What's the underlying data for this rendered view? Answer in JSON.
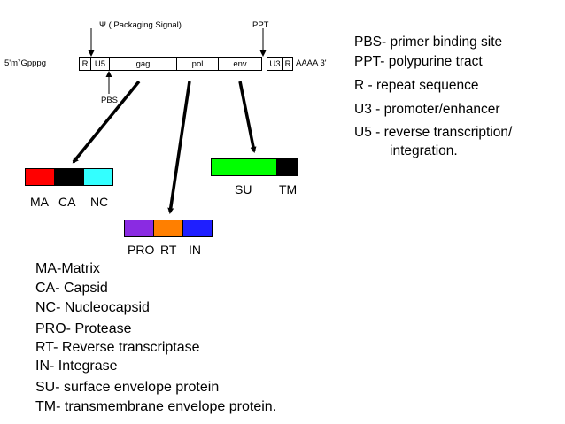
{
  "genome": {
    "cap": "5'm⁷Gpppg",
    "tail": "AAAA 3'",
    "regions": {
      "r_left": "R",
      "u5": "U5",
      "gag": "gag",
      "pol": "pol",
      "env": "env",
      "u3": "U3",
      "r_right": "R"
    },
    "psi_label": "Ψ ( Packaging Signal)",
    "ppt_label": "PPT",
    "pbs_label": "PBS"
  },
  "products": {
    "gag": {
      "labels": [
        "MA",
        "CA",
        "NC"
      ],
      "colors": [
        "#ff0000",
        "#000000",
        "#33ffff"
      ]
    },
    "pol": {
      "labels": [
        "PRO",
        "RT",
        "IN"
      ],
      "colors": [
        "#8a2be2",
        "#ff7f00",
        "#1f1fff"
      ]
    },
    "env": {
      "labels": [
        "SU",
        "TM"
      ],
      "colors": [
        "#00ff00",
        "#000000"
      ]
    }
  },
  "abbreviations_right": [
    "PBS- primer binding site",
    "PPT- polypurine tract",
    "R - repeat sequence",
    "U3 - promoter/enhancer",
    "U5 - reverse transcription/",
    "integration."
  ],
  "legend": {
    "group1": [
      "MA-Matrix",
      "CA- Capsid",
      "NC- Nucleocapsid"
    ],
    "group2": [
      "PRO- Protease",
      "RT- Reverse transcriptase",
      "IN- Integrase"
    ],
    "group3": [
      "SU- surface envelope protein",
      "TM- transmembrane envelope protein."
    ]
  }
}
